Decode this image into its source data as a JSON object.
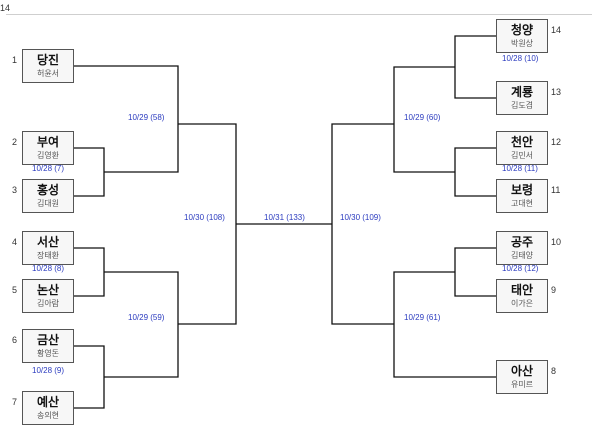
{
  "corner_label": "14",
  "teams": [
    {
      "id": "dangjin",
      "seed": "1",
      "name": "당진",
      "player": "허윤서"
    },
    {
      "id": "buyeo",
      "seed": "2",
      "name": "부여",
      "player": "김영환"
    },
    {
      "id": "hongseong",
      "seed": "3",
      "name": "홍성",
      "player": "김대원"
    },
    {
      "id": "seosan",
      "seed": "4",
      "name": "서산",
      "player": "장태환"
    },
    {
      "id": "nonsan",
      "seed": "5",
      "name": "논산",
      "player": "김아람"
    },
    {
      "id": "geumsan",
      "seed": "6",
      "name": "금산",
      "player": "황영돈"
    },
    {
      "id": "yesan",
      "seed": "7",
      "name": "예산",
      "player": "송의현"
    },
    {
      "id": "cheongyang",
      "seed": "14",
      "name": "청양",
      "player": "박원상"
    },
    {
      "id": "gyeryong",
      "seed": "13",
      "name": "계룡",
      "player": "김도겸"
    },
    {
      "id": "cheonan",
      "seed": "12",
      "name": "천안",
      "player": "김민서"
    },
    {
      "id": "boryeong",
      "seed": "11",
      "name": "보령",
      "player": "고대현"
    },
    {
      "id": "gongju",
      "seed": "10",
      "name": "공주",
      "player": "김태양"
    },
    {
      "id": "taean",
      "seed": "9",
      "name": "태안",
      "player": "이가은"
    },
    {
      "id": "asan",
      "seed": "8",
      "name": "아산",
      "player": "유미르"
    }
  ],
  "matches": [
    {
      "id": "m7",
      "label": "10/28 (7)"
    },
    {
      "id": "m8",
      "label": "10/28 (8)"
    },
    {
      "id": "m9",
      "label": "10/28 (9)"
    },
    {
      "id": "m10",
      "label": "10/28 (10)"
    },
    {
      "id": "m11",
      "label": "10/28 (11)"
    },
    {
      "id": "m12",
      "label": "10/28 (12)"
    },
    {
      "id": "m58",
      "label": "10/29 (58)"
    },
    {
      "id": "m59",
      "label": "10/29 (59)"
    },
    {
      "id": "m60",
      "label": "10/29 (60)"
    },
    {
      "id": "m61",
      "label": "10/29 (61)"
    },
    {
      "id": "m108",
      "label": "10/30 (108)"
    },
    {
      "id": "m109",
      "label": "10/30 (109)"
    },
    {
      "id": "m133",
      "label": "10/31 (133)"
    }
  ]
}
